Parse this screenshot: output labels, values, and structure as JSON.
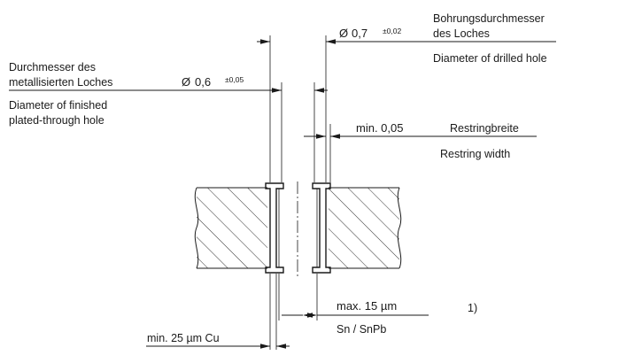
{
  "drilled_hole": {
    "diameter_symbol": "Ø",
    "dimension": "0,7",
    "tolerance": "±0,02",
    "label_de_line1": "Bohrungsdurchmesser",
    "label_de_line2": "des Loches",
    "label_en": "Diameter of drilled hole"
  },
  "finished_hole": {
    "diameter_symbol": "Ø",
    "dimension": "0,6",
    "tolerance": "±0,05",
    "label_de_line1": "Durchmesser des",
    "label_de_line2": "metallisierten Loches",
    "label_en_line1": "Diameter of finished",
    "label_en_line2": "plated-through hole"
  },
  "restring": {
    "value": "min.  0,05",
    "label_de": "Restringbreite",
    "label_en": "Restring width"
  },
  "tin_layer": {
    "value": "max. 15 µm",
    "label": "Sn / SnPb",
    "footnote": "1)"
  },
  "copper_layer": {
    "value": "min. 25 µm Cu"
  }
}
